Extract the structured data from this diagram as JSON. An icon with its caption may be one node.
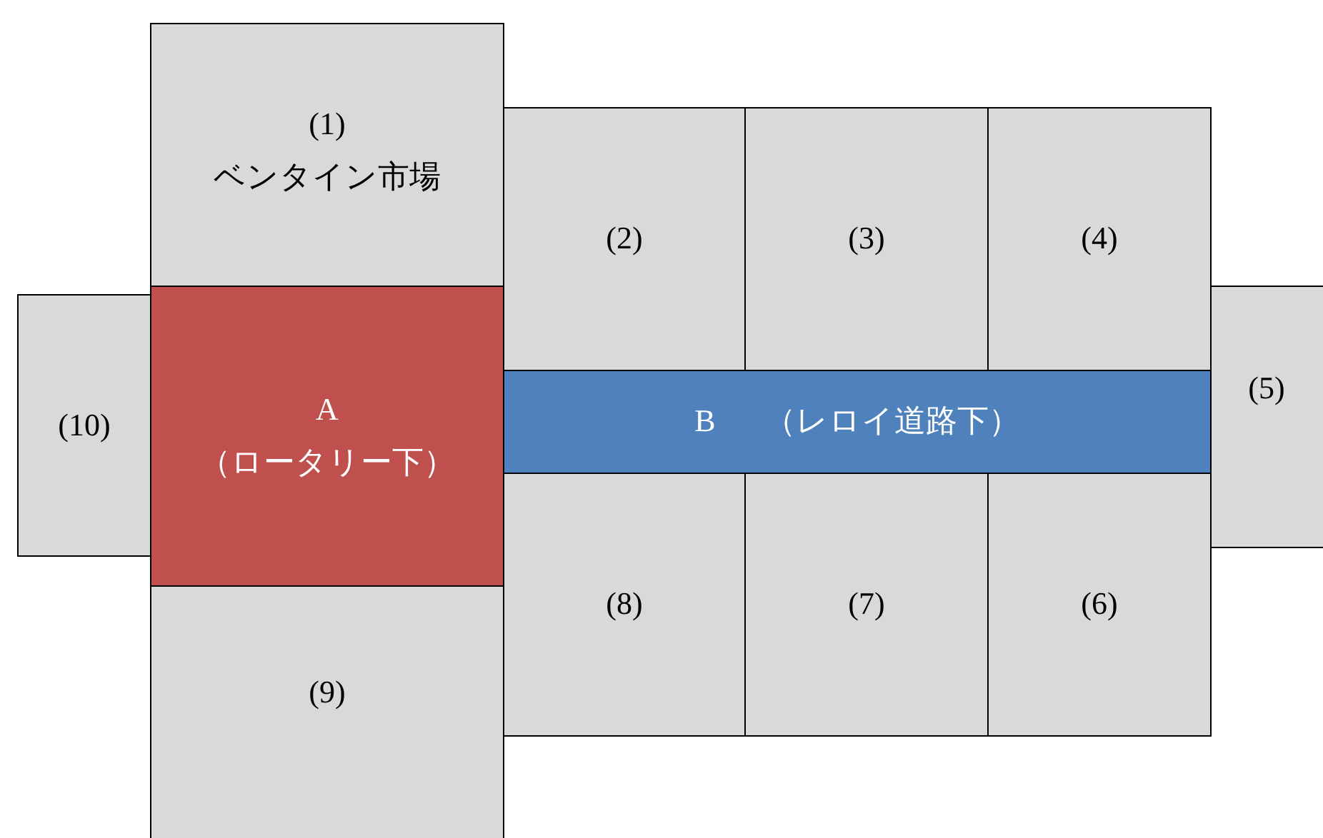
{
  "diagram": {
    "nodes": [
      {
        "text": [
          "(1)",
          "ベンタイン市場"
        ]
      },
      {
        "text": [
          "(2)"
        ]
      },
      {
        "text": [
          "(3)"
        ]
      },
      {
        "text": [
          "(4)"
        ]
      },
      {
        "text": [
          "(10)"
        ]
      },
      {
        "text": [
          "A",
          "（ロータリー下）"
        ]
      },
      {
        "text": [
          "B",
          "（レロイ道路下）"
        ]
      },
      {
        "text": [
          "(5)"
        ]
      },
      {
        "text": [
          "(8)"
        ]
      },
      {
        "text": [
          "(7)"
        ]
      },
      {
        "text": [
          "(6)"
        ]
      },
      {
        "text": [
          "(9)"
        ]
      }
    ]
  }
}
